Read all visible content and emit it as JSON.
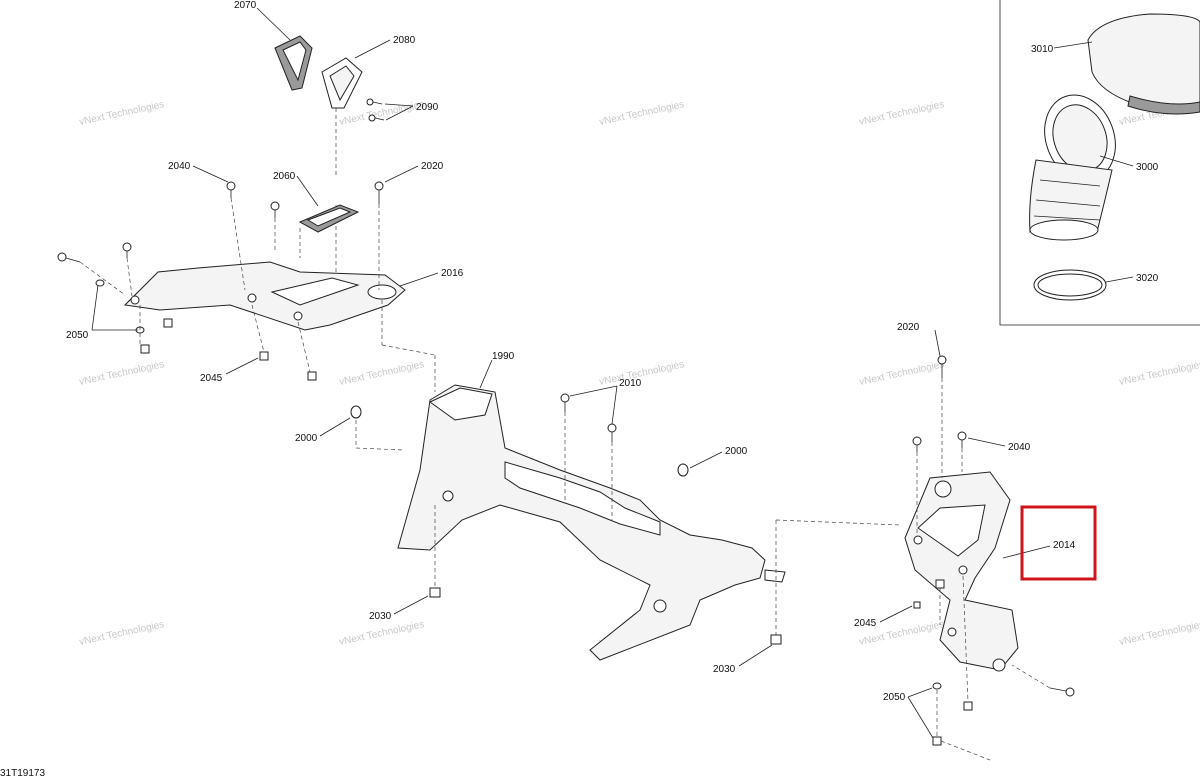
{
  "diagram_id": "31T19173",
  "watermark": "vNext Technologies",
  "callouts": [
    {
      "id": "c2070",
      "text": "2070"
    },
    {
      "id": "c2080",
      "text": "2080"
    },
    {
      "id": "c2090",
      "text": "2090"
    },
    {
      "id": "c2040a",
      "text": "2040"
    },
    {
      "id": "c2060",
      "text": "2060"
    },
    {
      "id": "c2020a",
      "text": "2020"
    },
    {
      "id": "c2016",
      "text": "2016"
    },
    {
      "id": "c2050a",
      "text": "2050"
    },
    {
      "id": "c2045a",
      "text": "2045"
    },
    {
      "id": "c1990",
      "text": "1990"
    },
    {
      "id": "c2010",
      "text": "2010"
    },
    {
      "id": "c2000a",
      "text": "2000"
    },
    {
      "id": "c2000b",
      "text": "2000"
    },
    {
      "id": "c2030a",
      "text": "2030"
    },
    {
      "id": "c2030b",
      "text": "2030"
    },
    {
      "id": "c2020b",
      "text": "2020"
    },
    {
      "id": "c2040b",
      "text": "2040"
    },
    {
      "id": "c2014",
      "text": "2014"
    },
    {
      "id": "c2045b",
      "text": "2045"
    },
    {
      "id": "c2050b",
      "text": "2050"
    },
    {
      "id": "c3010",
      "text": "3010"
    },
    {
      "id": "c3000",
      "text": "3000"
    },
    {
      "id": "c3020",
      "text": "3020"
    }
  ],
  "highlight": {
    "callout": "2014",
    "color": "#d0141c"
  }
}
